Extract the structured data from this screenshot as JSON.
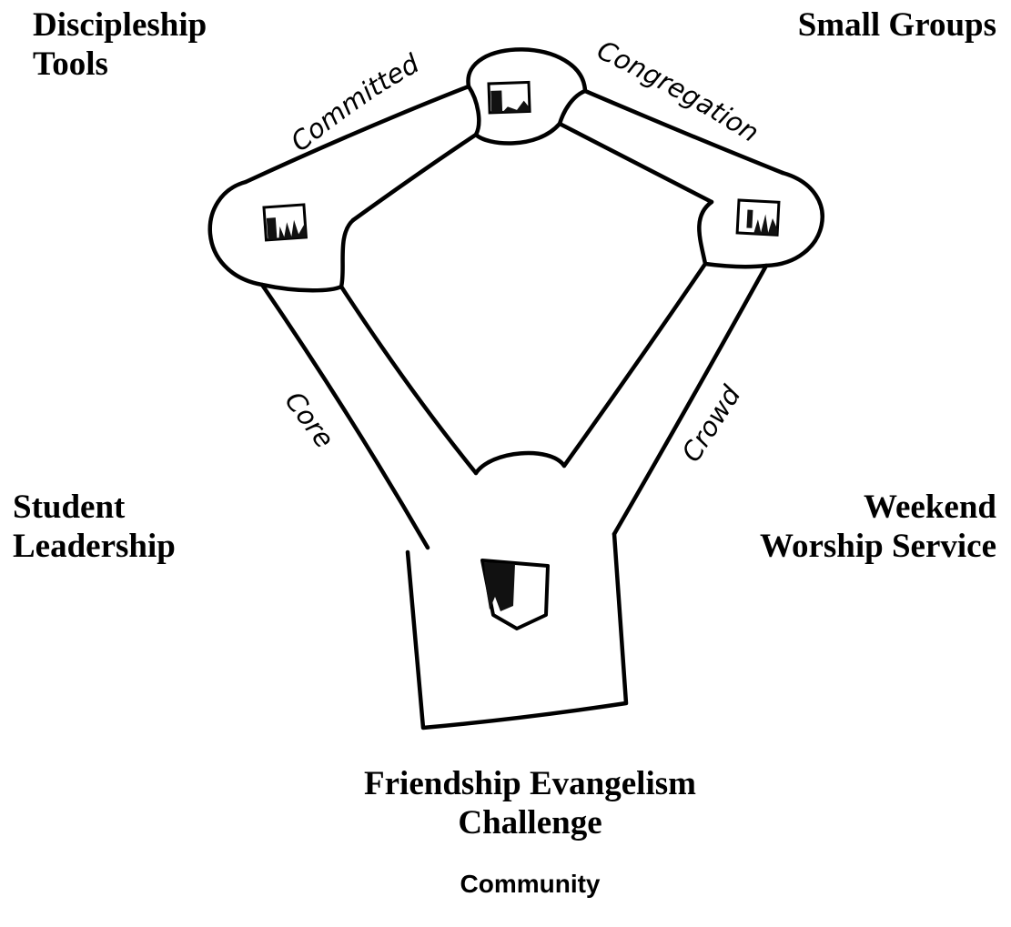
{
  "labels": {
    "discipleship_tools": [
      "Discipleship",
      "Tools"
    ],
    "small_groups": [
      "Small Groups"
    ],
    "student_leadership": [
      "Student",
      "Leadership"
    ],
    "weekend_worship": [
      "Weekend",
      "Worship Service"
    ],
    "friendship_evangelism": [
      "Friendship Evangelism",
      "Challenge"
    ],
    "community": "Community"
  },
  "paths": {
    "committed": "Committed",
    "congregation": "Congregation",
    "core": "Core",
    "crowd": "Crowd"
  },
  "bases": [
    "first-base-icon",
    "second-base-icon",
    "third-base-icon",
    "home-plate-icon"
  ]
}
